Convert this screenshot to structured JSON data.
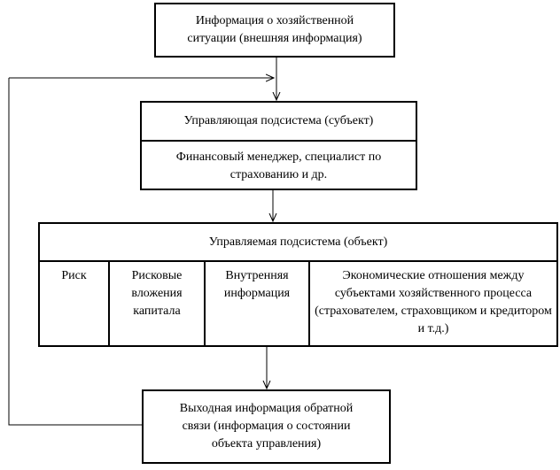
{
  "blocks": {
    "external_info": "Информация о хозяйственной ситуации (внешняя информация)",
    "control_title": "Управляющая подсистема (субъект)",
    "control_body": "Финансовый менеджер, специалист по страхованию и др.",
    "managed_title": "Управляемая подсистема (объект)",
    "managed_cells": [
      "Риск",
      "Рисковые вложения капитала",
      "Внутренняя информация",
      "Экономические отношения между субъектами хозяйственного процесса (страхователем, страховщиком и кредитором и т.д.)"
    ],
    "feedback": "Выходная информация обратной связи (информация о состоянии объекта управления)"
  }
}
